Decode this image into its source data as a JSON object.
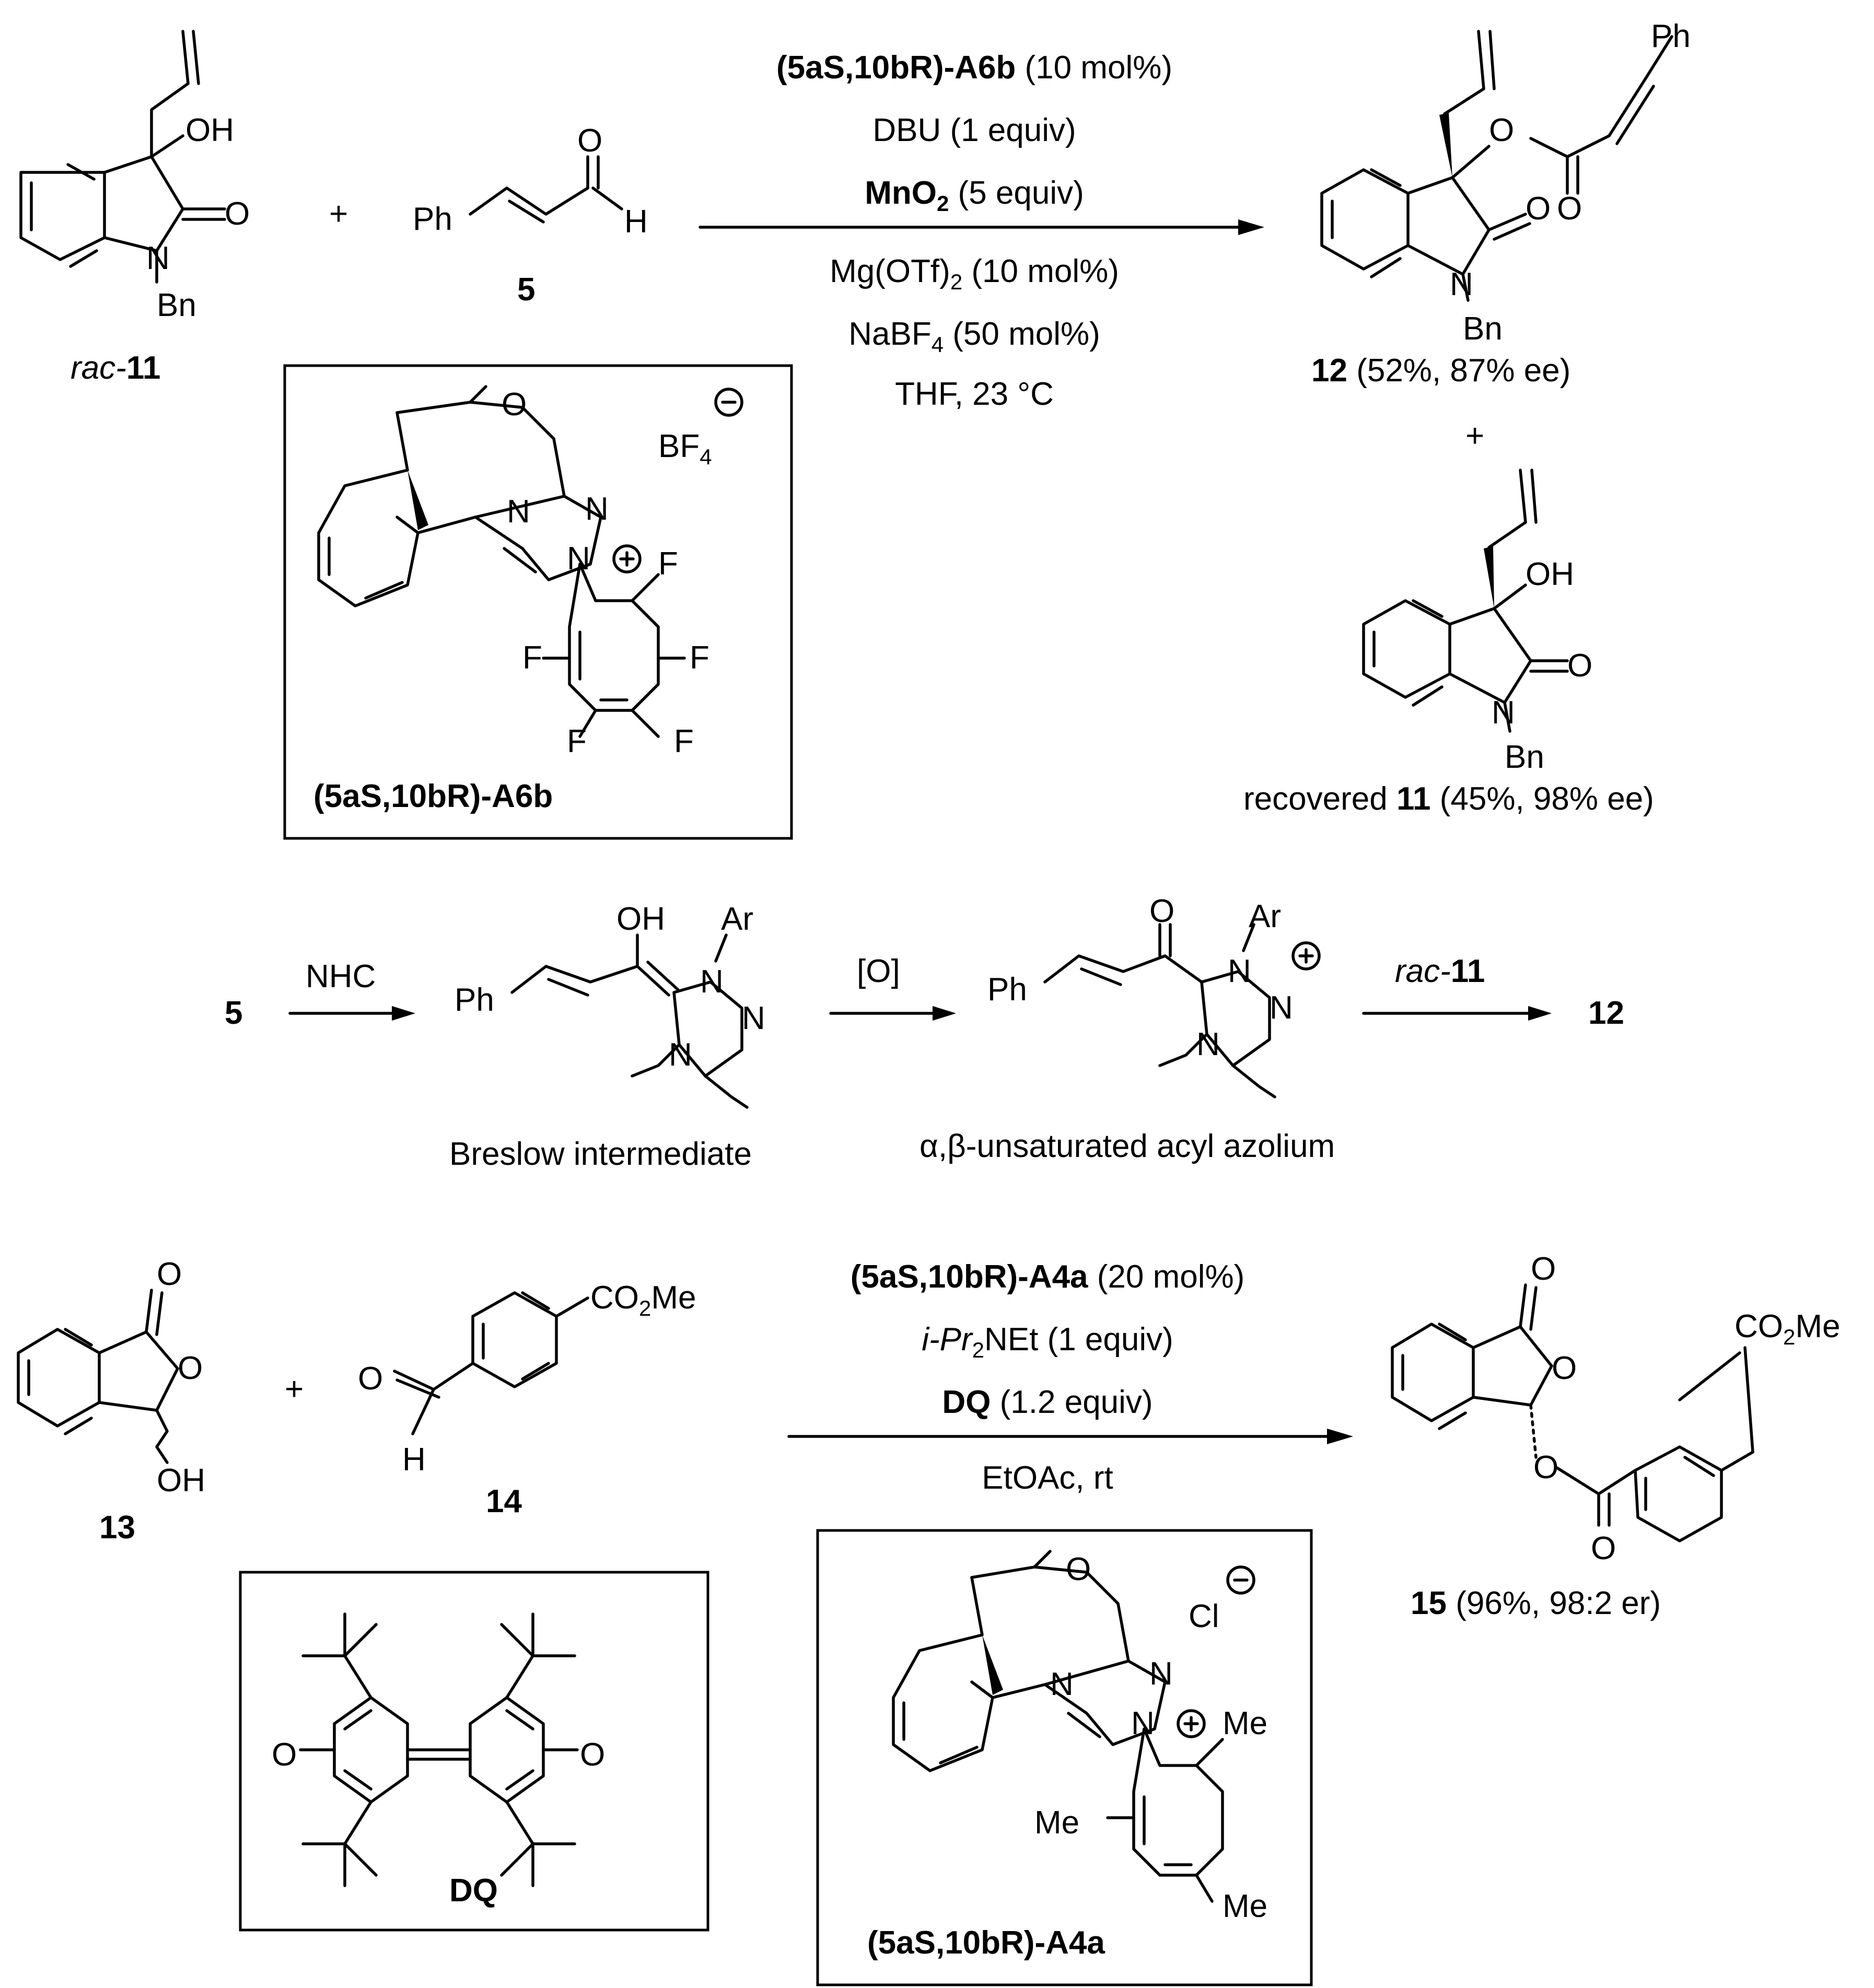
{
  "reaction1": {
    "catalyst_name": "(5aS,10bR)-A6b",
    "catalyst_load": " (10 mol%)",
    "base": "DBU (1 equiv)",
    "oxidant": "MnO",
    "oxidant_sub": "2",
    "oxidant_amount": " (5 equiv)",
    "lewis_acid": "Mg(OTf)",
    "lewis_acid_sub": "2",
    "lewis_acid_amount": " (10 mol%)",
    "additive": "NaBF",
    "additive_sub": "4",
    "additive_amount": " (50 mol%)",
    "solvent": "THF, 23 °C",
    "substrate_label_prefix": "rac-",
    "substrate_label_num": "11",
    "aldehyde_label": "5",
    "plus": "+",
    "product_num": "12",
    "product_yield": " (52%, 87% ee)",
    "recovered_prefix": "recovered ",
    "recovered_num": "11",
    "recovered_yield": " (45%, 98% ee)",
    "catalyst_box_label": "(5aS,10bR)-A6b",
    "counterion": "BF",
    "counterion_sub": "4"
  },
  "mechanism": {
    "start": "5",
    "step1": "NHC",
    "step2": "[O]",
    "step3_prefix": "rac-",
    "step3_num": "11",
    "end": "12",
    "intermediate1": "Breslow intermediate",
    "intermediate2": "α,β-unsaturated acyl azolium"
  },
  "reaction2": {
    "catalyst_name": "(5aS,10bR)-A4a",
    "catalyst_load": " (20 mol%)",
    "base": "i-Pr",
    "base_sub": "2",
    "base_rest": "NEt (1 equiv)",
    "oxidant": "DQ",
    "oxidant_amount": " (1.2 equiv)",
    "solvent": "EtOAc, rt",
    "substrate_num": "13",
    "aldehyde_num": "14",
    "plus": "+",
    "product_num": "15",
    "product_yield": " (96%, 98:2 er)",
    "dq_label": "DQ",
    "catalyst_box_label": "(5aS,10bR)-A4a",
    "counterion": "Cl"
  },
  "atoms": {
    "OH": "OH",
    "O": "O",
    "N": "N",
    "Bn": "Bn",
    "Ph": "Ph",
    "H": "H",
    "F": "F",
    "Ar": "Ar",
    "Me": "Me",
    "CO2Me_a": "CO",
    "CO2Me_sub": "2",
    "CO2Me_b": "Me"
  }
}
